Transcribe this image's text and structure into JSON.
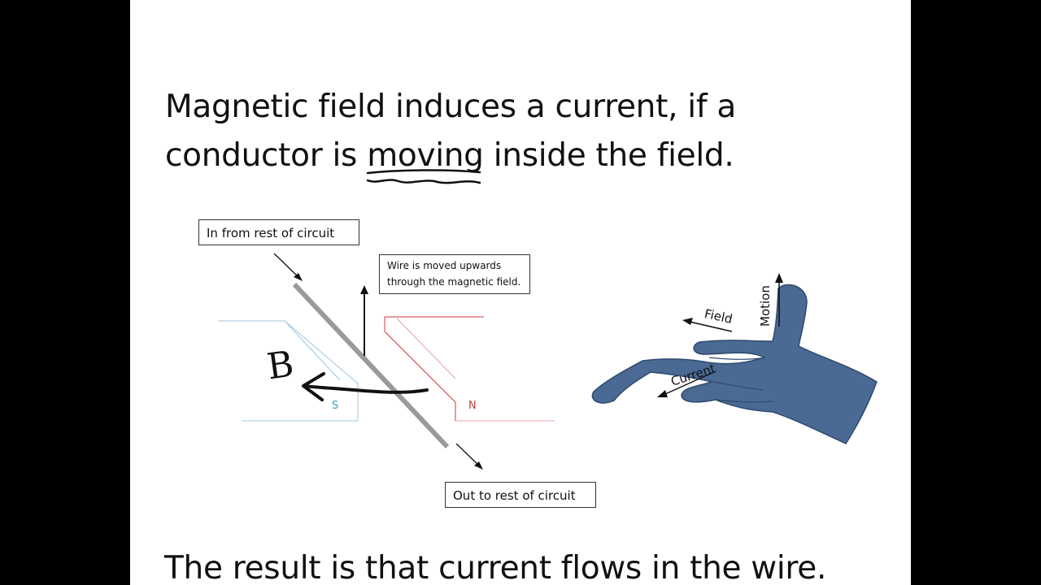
{
  "heading": {
    "line1": "Magnetic field induces a current, if a",
    "line2_before": "conductor is ",
    "line2_emphasis": "moving",
    "line2_after": " inside the field."
  },
  "labels": {
    "in_from_rest": "In from rest of circuit",
    "wire_moved_line1": "Wire is moved upwards",
    "wire_moved_line2": "through the magnetic field.",
    "out_to_rest": "Out to rest of circuit"
  },
  "magnet": {
    "south_pole": "S",
    "north_pole": "N",
    "south_color": "#3aa0c8",
    "north_color": "#c83a3a"
  },
  "annotation": {
    "field_symbol": "B"
  },
  "hand_rule": {
    "field_label": "Field",
    "motion_label": "Motion",
    "current_label": "Current",
    "hand_color": "#4a6a93"
  },
  "footer": {
    "result": "The result is that current flows in the wire."
  }
}
